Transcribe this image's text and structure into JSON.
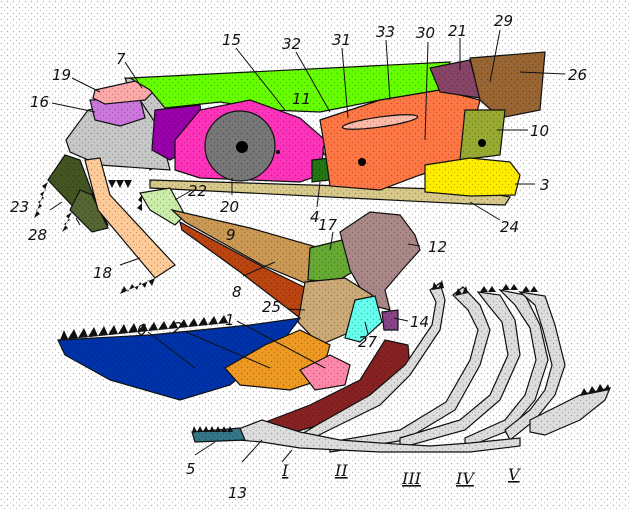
{
  "diagram": {
    "colors": {
      "pink": "#ff66cc",
      "green": "#66ff00",
      "orange": "#ff7744",
      "yellow": "#ffee00",
      "brown": "#996633",
      "olive": "#99aa33",
      "blue": "#0033aa",
      "maroon": "#882222",
      "tan": "#cc9955",
      "gray": "#cccccc"
    },
    "labels": {
      "l1": "1",
      "l2": "2",
      "l3": "3",
      "l4": "4",
      "l5": "5",
      "l6": "6",
      "l7": "7",
      "l8": "8",
      "l9": "9",
      "l10": "10",
      "l11": "11",
      "l12": "12",
      "l13": "13",
      "l14": "14",
      "l15": "15",
      "l16": "16",
      "l17": "17",
      "l18": "18",
      "l19": "19",
      "l20": "20",
      "l21": "21",
      "l22": "22",
      "l23": "23",
      "l24": "24",
      "l25": "25",
      "l26": "26",
      "l27": "27",
      "l28": "28",
      "l29": "29",
      "l30": "30",
      "l31": "31",
      "l32": "32",
      "l33": "33"
    },
    "arches": {
      "a1": "I",
      "a2": "II",
      "a3": "III",
      "a4": "IV",
      "a5": "V"
    }
  }
}
